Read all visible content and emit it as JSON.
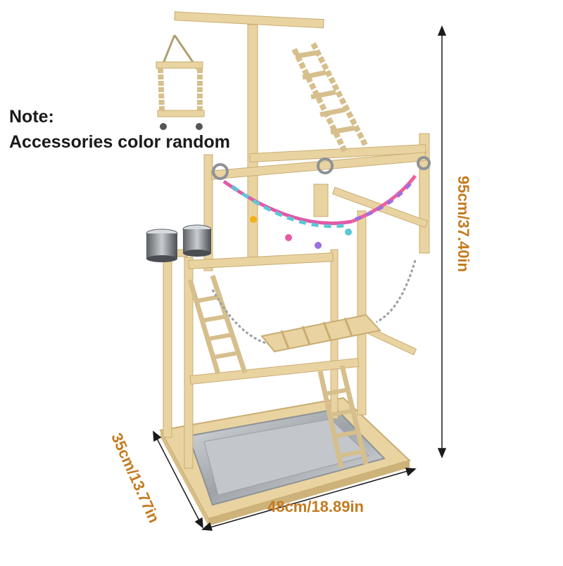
{
  "note": {
    "title": "Note:",
    "text": "Accessories color random"
  },
  "dimensions": {
    "height": "95cm/37.40in",
    "width": "48cm/18.89in",
    "depth": "35cm/13.77in"
  },
  "colors": {
    "wood": "#e9d3a0",
    "wood_dark": "#c9ad74",
    "metal": "#b8bcc0",
    "dim_text": "#c47a1e",
    "arrow": "#1a1a1a"
  }
}
